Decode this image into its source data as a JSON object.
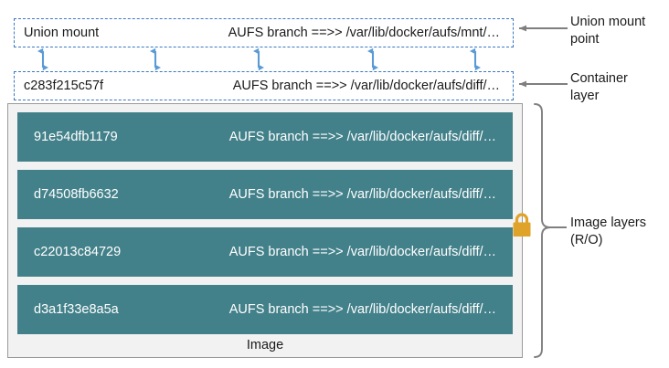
{
  "diagram": {
    "title": "Docker AUFS storage layer diagram",
    "colors": {
      "layer_teal": "#43818a",
      "dashed_blue": "#3b78c3",
      "arrow_blue": "#5b9bd5",
      "lock_gold": "#dfa32a",
      "annotation_gray": "#7f7f7f",
      "container_bg": "#f2f2f2",
      "container_border": "#9a9a9a"
    },
    "union_mount": {
      "id_label": "Union mount",
      "branch_label": "AUFS branch ==>> /var/lib/docker/aufs/mnt/…"
    },
    "container_layer": {
      "id_label": "c283f215c57f",
      "branch_label": "AUFS branch ==>> /var/lib/docker/aufs/diff/…"
    },
    "image": {
      "caption": "Image",
      "layers": [
        {
          "id_label": "91e54dfb1179",
          "branch_label": "AUFS branch ==>> /var/lib/docker/aufs/diff/…"
        },
        {
          "id_label": "d74508fb6632",
          "branch_label": "AUFS branch ==>> /var/lib/docker/aufs/diff/…"
        },
        {
          "id_label": "c22013c84729",
          "branch_label": "AUFS branch ==>> /var/lib/docker/aufs/diff/…"
        },
        {
          "id_label": "d3a1f33e8a5a",
          "branch_label": "AUFS branch ==>> /var/lib/docker/aufs/diff/…"
        }
      ]
    },
    "annotations": {
      "union_mount_point": "Union mount\npoint",
      "container_layer": "Container\nlayer",
      "image_layers": "Image layers\n(R/O)"
    },
    "icons": {
      "lock": "lock-icon"
    }
  }
}
